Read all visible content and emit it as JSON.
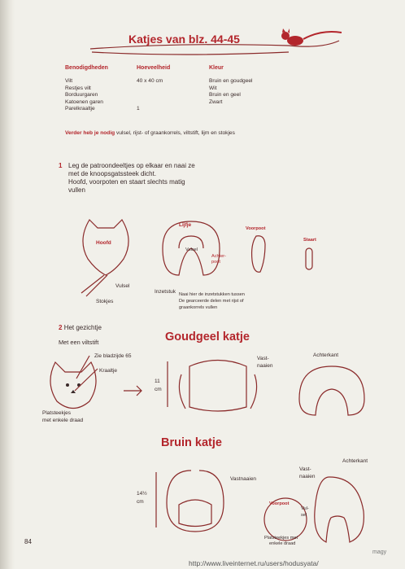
{
  "title": "Katjes van blz. 44-45",
  "materials": {
    "headers": [
      "Benodigdheden",
      "Hoeveelheid",
      "Kleur"
    ],
    "items": [
      "Vilt",
      "Restjes vilt",
      "Borduurgaren",
      "Katoenen garen",
      "Parelkraaltje"
    ],
    "quantities": [
      "40 x 40 cm",
      "",
      "",
      "",
      "1"
    ],
    "colors": [
      "Bruin en goudgeel",
      "Wit",
      "Bruin en geel",
      "Zwart"
    ]
  },
  "extra_bold": "Verder heb je nodig",
  "extra_text": "vulsel, rijst- of graankorrels, viltstift, lijm en stokjes",
  "step1": {
    "number": "1",
    "lines": [
      "Leg de patroondeeltjes op elkaar en naai ze",
      "met de knoopsgatssteek dicht.",
      "Hoofd, voorpoten en staart slechts matig",
      "vullen"
    ]
  },
  "fig1": {
    "hoofd": "Hoofd",
    "vulsel": "Vulsel",
    "stokjes": "Stokjes",
    "lijfje": "Lijfje",
    "vulsel2": "Vulsel",
    "achterpoot": [
      "Achter-",
      "poot"
    ],
    "inzetstuk": "Inzetstuk",
    "voorpoot": "Voorpoot",
    "staart": "Staart",
    "note": [
      "Naai hier de inzetstukken tussen",
      "De gearceerde delen met rijst of",
      "graankorrels vullen"
    ]
  },
  "step2": {
    "number": "2",
    "heading": "Het gezichtje",
    "viltstift": "Met een viltstift",
    "zie": "Zie bladzijde 65",
    "kraaltje": "Kraaltje",
    "platsteekjes": [
      "Platsteekjes",
      "met enkele draad"
    ]
  },
  "goudgeel": {
    "title": "Goudgeel katje",
    "vastnaaien": [
      "Vast-",
      "naaien"
    ],
    "achterkant": "Achterkant",
    "size": [
      "11",
      "cm"
    ]
  },
  "bruin": {
    "title": "Bruin katje",
    "vastnaaien": "Vastnaaien",
    "voorpoot": "Voorpoot",
    "vulsel": [
      "Vul-",
      "sel"
    ],
    "platsteekjes": [
      "Platsteekjes met",
      "enkele draad"
    ],
    "size": [
      "14½",
      "cm"
    ],
    "vastnaaien2": [
      "Vast-",
      "naaien"
    ],
    "achterkant": "Achterkant"
  },
  "page_number": "84",
  "signature": "magy",
  "watermark": "http://www.liveinternet.ru/users/hodusyata/"
}
